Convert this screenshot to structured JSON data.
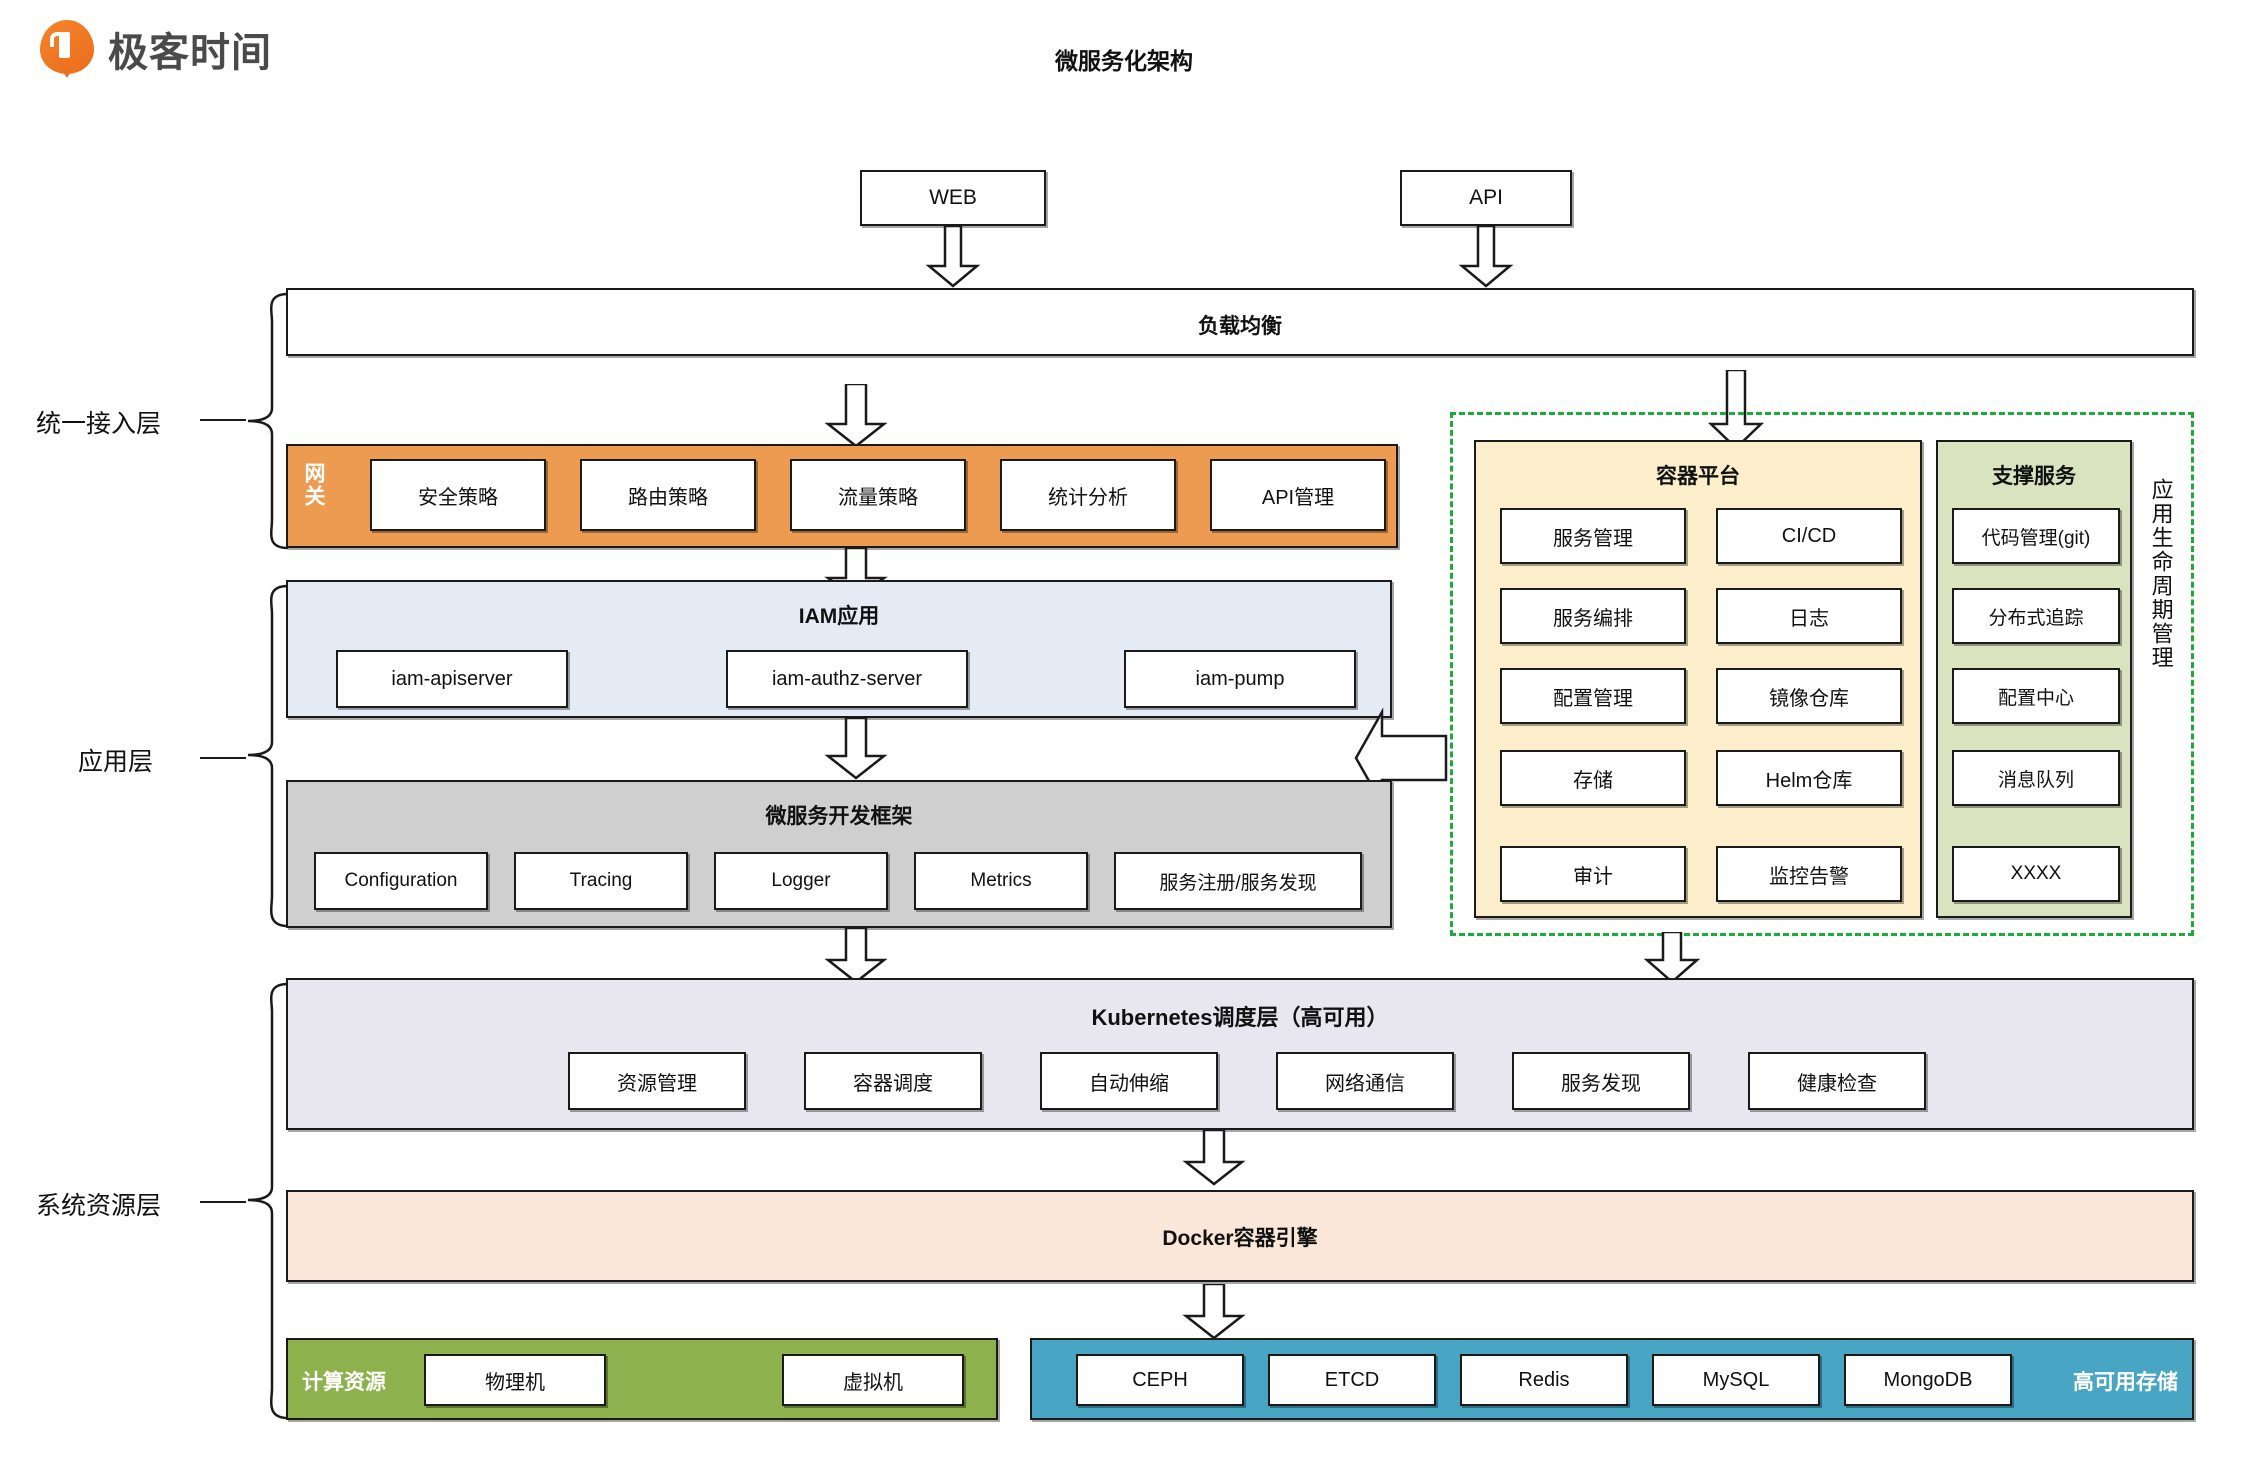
{
  "brand": {
    "name": "极客时间",
    "logo_icon": "geektime-pin-icon",
    "accent": "#ef7622"
  },
  "title": "微服务化架构",
  "layer_labels": [
    {
      "name": "access",
      "text": "统一接入层"
    },
    {
      "name": "application",
      "text": "应用层"
    },
    {
      "name": "system",
      "text": "系统资源层"
    }
  ],
  "entrypoints": [
    {
      "label": "WEB"
    },
    {
      "label": "API"
    }
  ],
  "load_balancer": {
    "title": "负载均衡",
    "fill": "#ffffff"
  },
  "gateway": {
    "side_label": "网关",
    "fill": "#ee9b52",
    "items": [
      "安全策略",
      "路由策略",
      "流量策略",
      "统计分析",
      "API管理"
    ]
  },
  "iam": {
    "title": "IAM应用",
    "fill": "#e4ebf5",
    "items": [
      "iam-apiserver",
      "iam-authz-server",
      "iam-pump"
    ]
  },
  "microservice_framework": {
    "title": "微服务开发框架",
    "fill": "#cfcfcf",
    "items": [
      "Configuration",
      "Tracing",
      "Logger",
      "Metrics",
      "服务注册/服务发现"
    ]
  },
  "lifecycle": {
    "side_label": "应用生命周期管理",
    "border_color": "#1faa3c",
    "container_platform": {
      "title": "容器平台",
      "fill": "#fceecb",
      "columns": [
        [
          "服务管理",
          "服务编排",
          "配置管理",
          "存储",
          "审计"
        ],
        [
          "CI/CD",
          "日志",
          "镜像仓库",
          "Helm仓库",
          "监控告警"
        ]
      ]
    },
    "support_services": {
      "title": "支撑服务",
      "fill": "#d9e3c0",
      "items": [
        "代码管理(git)",
        "分布式追踪",
        "配置中心",
        "消息队列",
        "XXXX"
      ]
    }
  },
  "kubernetes": {
    "title": "Kubernetes调度层（高可用）",
    "fill": "#e8e6ee",
    "items": [
      "资源管理",
      "容器调度",
      "自动伸缩",
      "网络通信",
      "服务发现",
      "健康检查"
    ]
  },
  "docker": {
    "title": "Docker容器引擎",
    "fill": "#fbe7d9"
  },
  "compute": {
    "side_label": "计算资源",
    "fill": "#8cb14d",
    "items": [
      "物理机",
      "虚拟机"
    ]
  },
  "storage": {
    "side_label": "高可用存储",
    "fill": "#48a6c4",
    "items": [
      "CEPH",
      "ETCD",
      "Redis",
      "MySQL",
      "MongoDB"
    ]
  }
}
